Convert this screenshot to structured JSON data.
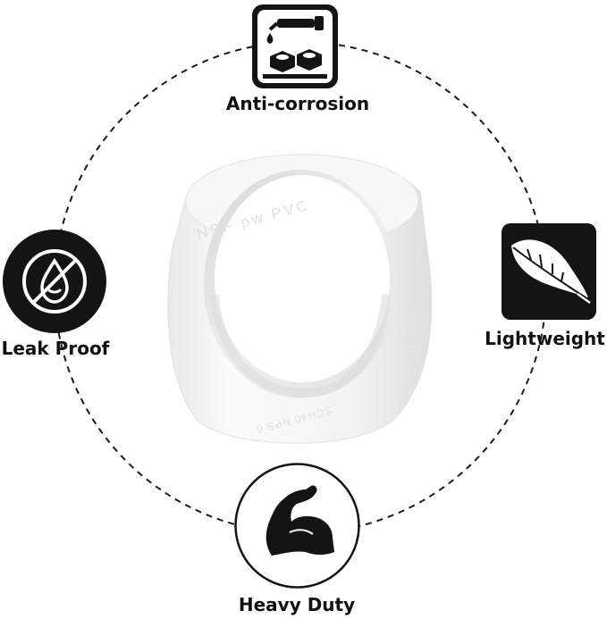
{
  "features": {
    "top": {
      "label": "Anti-corrosion",
      "icon": "anti-corrosion-icon"
    },
    "left": {
      "label": "Leak Proof",
      "icon": "leak-proof-icon"
    },
    "right": {
      "label": "Lightweight",
      "icon": "feather-icon"
    },
    "bottom": {
      "label": "Heavy Duty",
      "icon": "flexed-arm-icon"
    }
  },
  "product": {
    "embossed_top": "NSF pw  PVC",
    "embossed_side": "D2466",
    "embossed_bottom": "SCH40 NPS 6"
  },
  "colors": {
    "icon_fill": "#141414",
    "pipe_white": "#f4f4f4",
    "ring_dash": "#1a1a1a"
  }
}
